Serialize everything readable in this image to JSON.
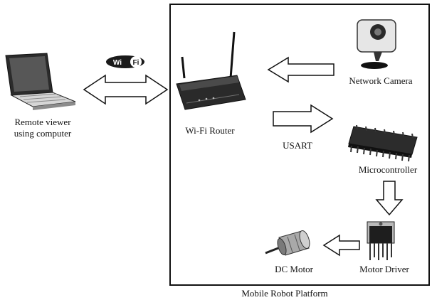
{
  "platform_label": "Mobile Robot Platform",
  "nodes": {
    "remote_viewer": {
      "line1": "Remote viewer",
      "line2": "using computer"
    },
    "wifi_router": "Wi-Fi Router",
    "network_camera": "Network Camera",
    "microcontroller": "Microcontroller",
    "motor_driver": "Motor Driver",
    "dc_motor": "DC Motor"
  },
  "links": {
    "usart": "USART"
  },
  "wifi_logo": {
    "left": "Wi",
    "right": "Fi"
  }
}
